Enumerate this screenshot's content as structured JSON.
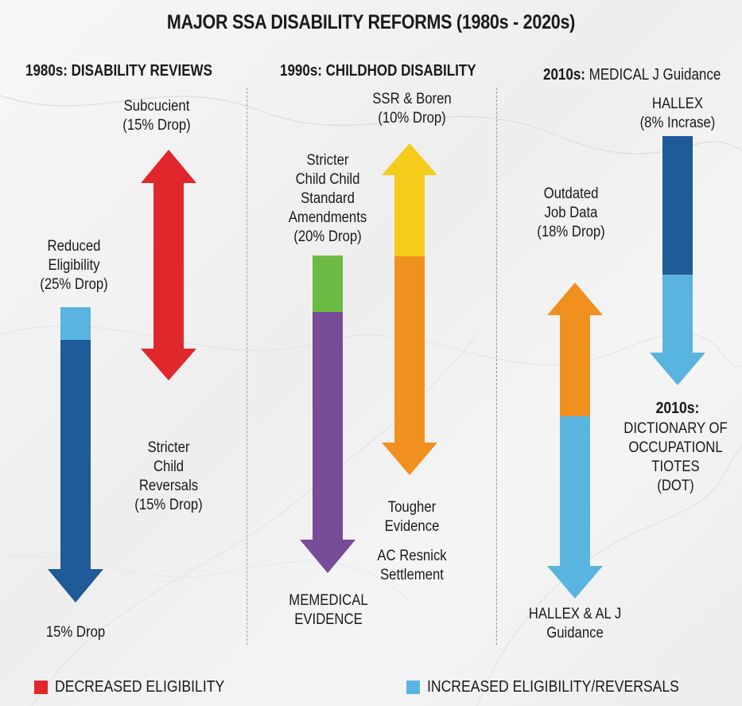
{
  "title": "MAJOR SSA DISABILITY REFORMS (1980s - 2020s)",
  "columns": [
    {
      "heading": "1980s: DISABILITY REVIEWS",
      "labels": {
        "top": "Subcucient\n(15% Drop)",
        "left": "Reduced\nEligibility\n(25% Drop)",
        "middle": "Stricter\nChild\nReversals\n(15% Drop)",
        "bottom": "15% Drop"
      }
    },
    {
      "heading": "1990s: CHILDHOD DISABILITY",
      "labels": {
        "top": "SSR & Boren\n(10% Drop)",
        "left": "Stricter\nChild Child\nStandard\nAmendments\n(20% Drop)",
        "middle1": "Tougher\nEvidence",
        "middle2": "AC Resnick\nSettlement",
        "bottom": "MEMEDICAL\nEVIDENCE"
      }
    },
    {
      "heading_bold": "2010s:",
      "heading_light": "MEDICAL J Guidance",
      "labels": {
        "top": "HALLEX\n(8% Incrase)",
        "left": "Outdated\nJob Data\n(18% Drop)",
        "right_title": "2010s:",
        "right_body": "DICTIONARY OF\nOCCUPATIONL\nTIOTES\n(DOT)",
        "bottom": "HALLEX & AL J\nGuidance"
      }
    }
  ],
  "legend": [
    {
      "label": "DECREASED ELIGIBILITY",
      "color": "#e0282c"
    },
    {
      "label": "INCREASED ELIGIBILITY/REVERSALS",
      "color": "#5ab4e0"
    }
  ],
  "colors": {
    "red": "#e0282c",
    "dark_blue": "#1f5a99",
    "light_blue": "#5ab4e0",
    "green": "#6dbb45",
    "purple": "#774c99",
    "yellow": "#f6cc1a",
    "orange": "#f0901e"
  }
}
